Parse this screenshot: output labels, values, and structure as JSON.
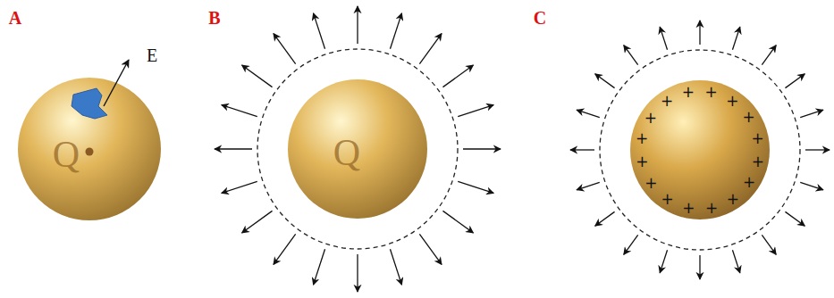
{
  "diagram": {
    "nodes": [
      {
        "text": [
          "Q"
        ]
      },
      {
        "text": [
          "Q"
        ]
      },
      {
        "text": [
          "+",
          "+",
          "+",
          "+",
          "+",
          "+",
          "+",
          "+",
          "+",
          "+",
          "+",
          "+",
          "+",
          "+",
          "+",
          "+"
        ]
      }
    ],
    "labels": [
      "A",
      "E",
      "B",
      "C"
    ]
  }
}
